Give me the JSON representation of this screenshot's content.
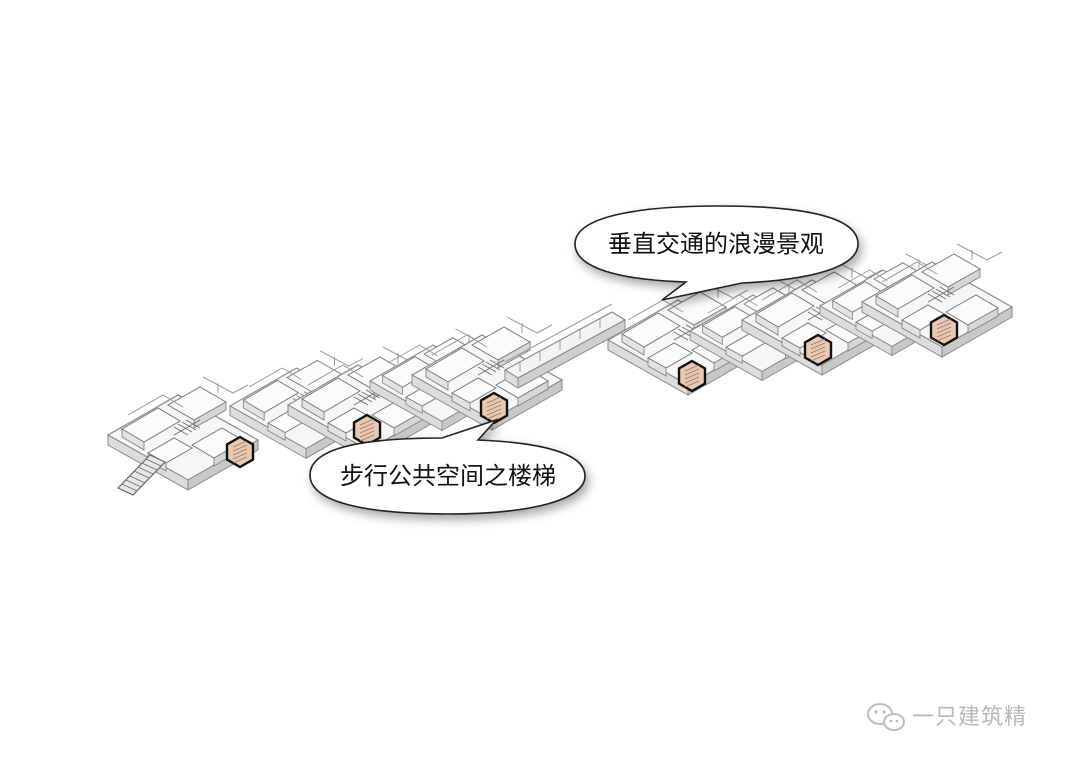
{
  "diagram": {
    "callouts": [
      {
        "id": "vertical",
        "text": "垂直交通的浪漫景观"
      },
      {
        "id": "stairs",
        "text": "步行公共空间之楼梯"
      }
    ],
    "stair_markers": 6,
    "colors": {
      "stair_fill": "#e8c9b4",
      "stair_outline": "#111111",
      "building_line": "#8a8a8a",
      "building_fill": "#f4f4f4"
    }
  },
  "watermark": {
    "text": "一只建筑精",
    "icon": "wechat-icon"
  }
}
